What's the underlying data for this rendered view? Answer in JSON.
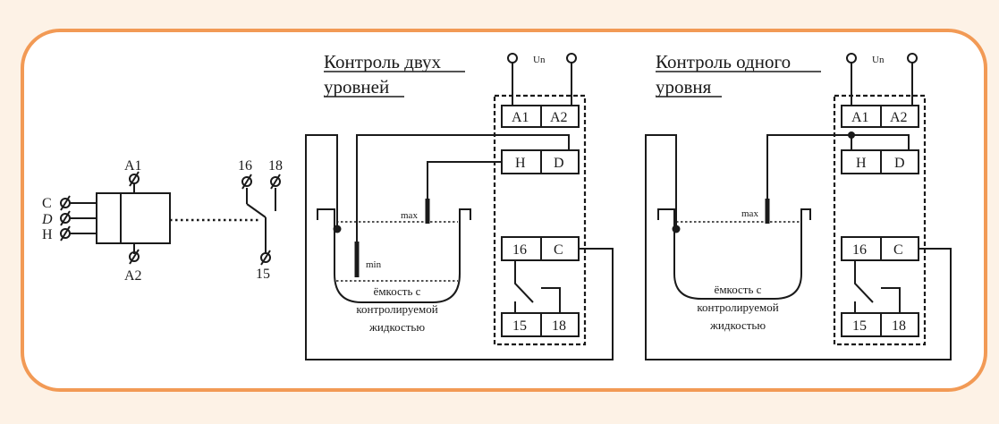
{
  "colors": {
    "background": "#fdf2e6",
    "panel": "#ffffff",
    "frame": "#f29a55",
    "line": "#1a1a1a"
  },
  "left_symbol": {
    "a1": "A1",
    "a2": "A2",
    "inputs": [
      "C",
      "D",
      "H"
    ],
    "contact_16": "16",
    "contact_18": "18",
    "contact_15": "15"
  },
  "scheme_two": {
    "title_line1": "Контроль двух",
    "title_line2": "уровней",
    "supply": "Un",
    "terminals": {
      "a1": "A1",
      "a2": "A2",
      "h": "H",
      "d": "D",
      "t16": "16",
      "c": "C",
      "t15": "15",
      "t18": "18"
    },
    "max": "max",
    "min": "min",
    "tank_caption": [
      "ёмкость с",
      "контролируемой",
      "жидкостью"
    ]
  },
  "scheme_one": {
    "title_line1": "Контроль одного",
    "title_line2": "уровня",
    "supply": "Un",
    "terminals": {
      "a1": "A1",
      "a2": "A2",
      "h": "H",
      "d": "D",
      "t16": "16",
      "c": "C",
      "t15": "15",
      "t18": "18"
    },
    "max": "max",
    "tank_caption": [
      "ёмкость с",
      "контролируемой",
      "жидкостью"
    ]
  }
}
